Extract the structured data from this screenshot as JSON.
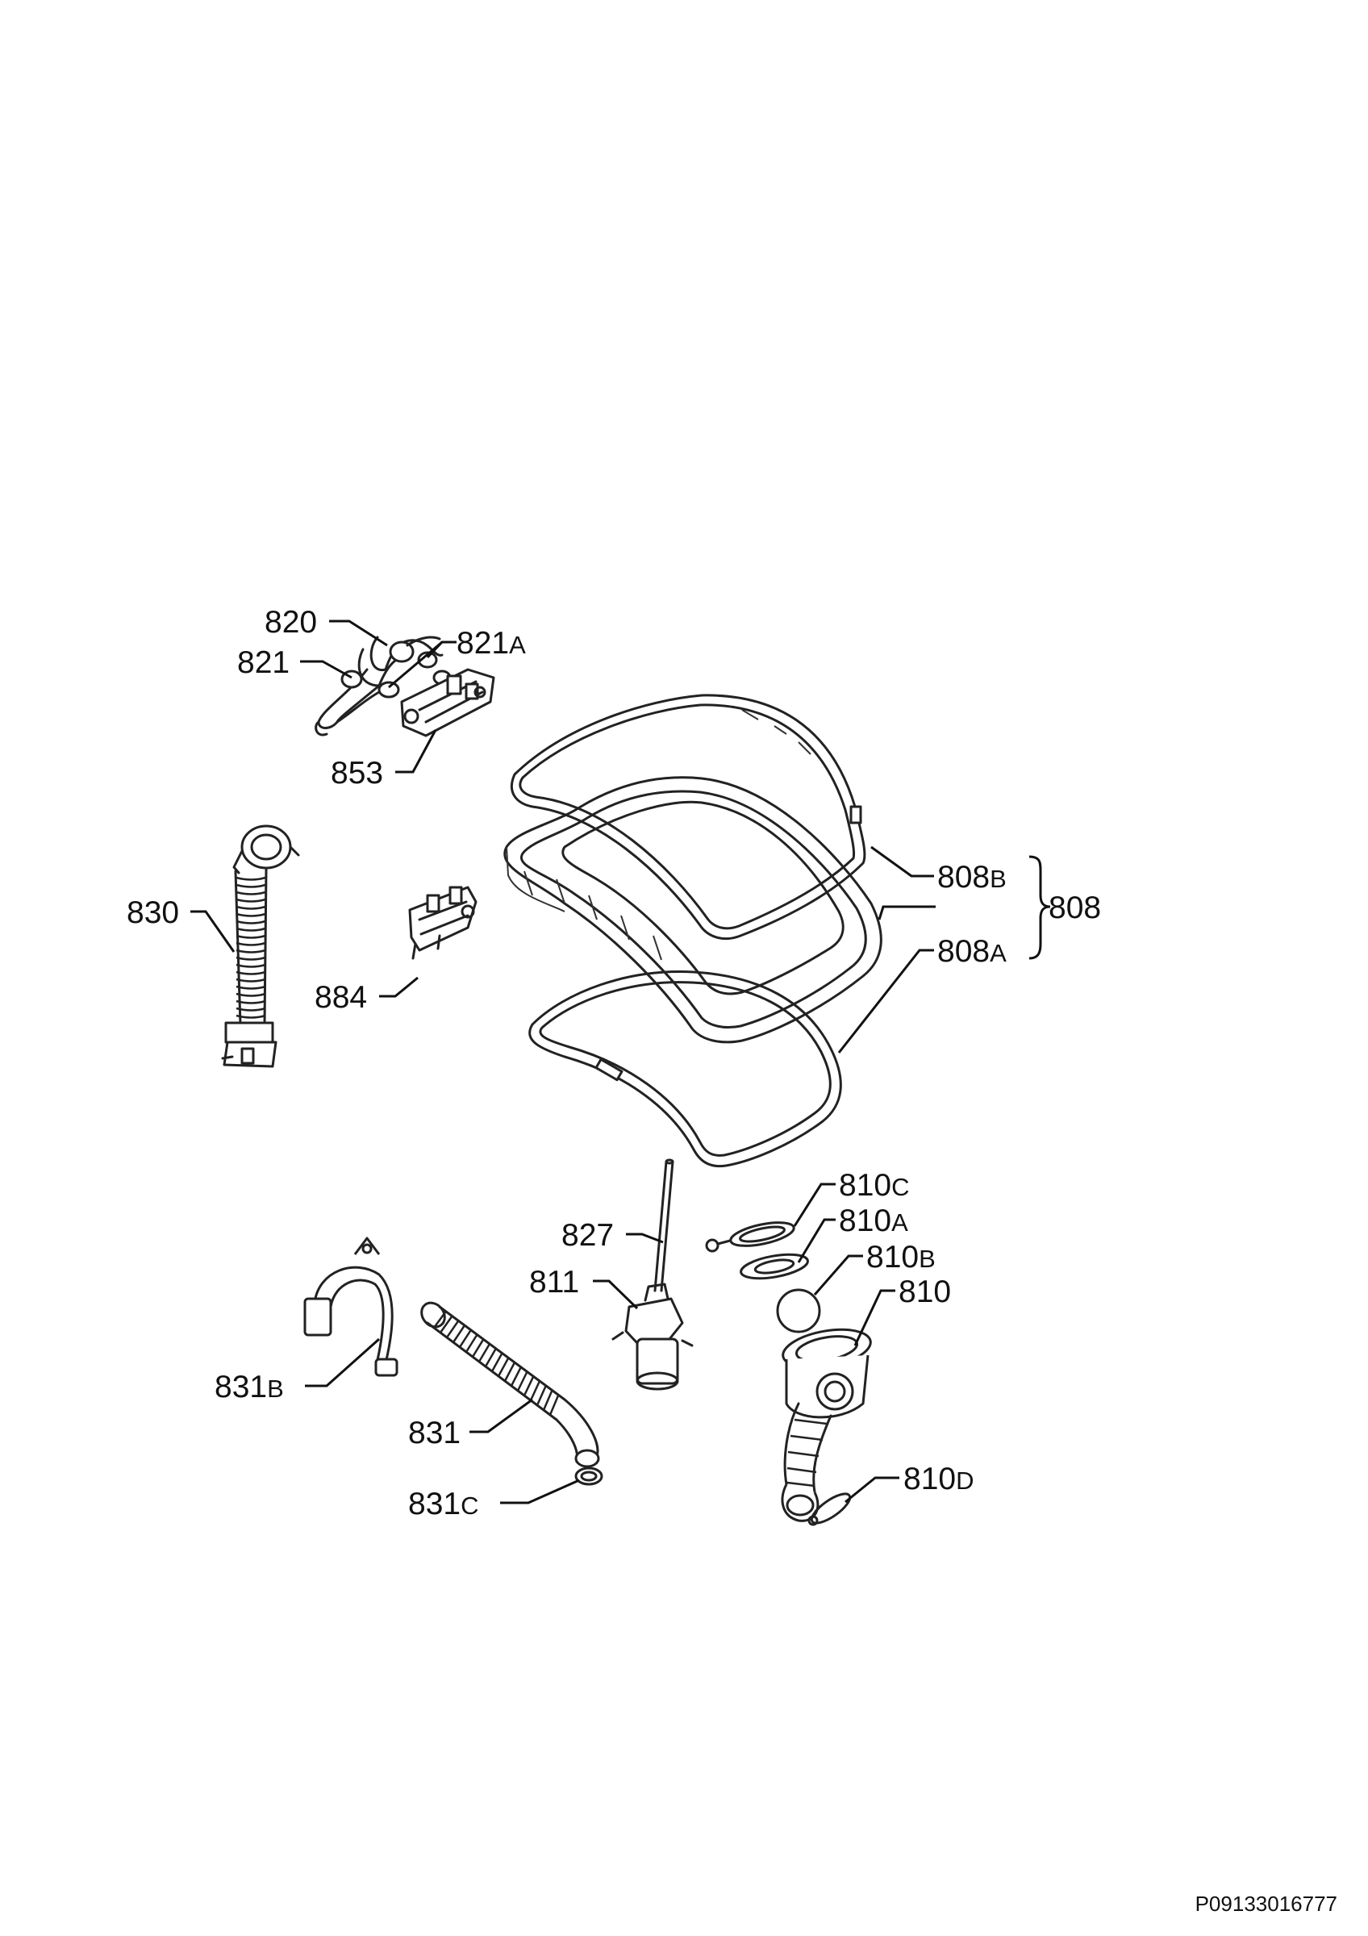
{
  "document_code": "P09133016777",
  "parts": [
    {
      "id": "820",
      "base": "820",
      "suffix": ""
    },
    {
      "id": "821",
      "base": "821",
      "suffix": ""
    },
    {
      "id": "821A",
      "base": "821",
      "suffix": "A"
    },
    {
      "id": "853",
      "base": "853",
      "suffix": ""
    },
    {
      "id": "830",
      "base": "830",
      "suffix": ""
    },
    {
      "id": "884",
      "base": "884",
      "suffix": ""
    },
    {
      "id": "808B",
      "base": "808",
      "suffix": "B"
    },
    {
      "id": "808",
      "base": "808",
      "suffix": ""
    },
    {
      "id": "808A",
      "base": "808",
      "suffix": "A"
    },
    {
      "id": "810C",
      "base": "810",
      "suffix": "C"
    },
    {
      "id": "810A",
      "base": "810",
      "suffix": "A"
    },
    {
      "id": "810B",
      "base": "810",
      "suffix": "B"
    },
    {
      "id": "810",
      "base": "810",
      "suffix": ""
    },
    {
      "id": "827",
      "base": "827",
      "suffix": ""
    },
    {
      "id": "811",
      "base": "811",
      "suffix": ""
    },
    {
      "id": "831B",
      "base": "831",
      "suffix": "B"
    },
    {
      "id": "831",
      "base": "831",
      "suffix": ""
    },
    {
      "id": "831C",
      "base": "831",
      "suffix": "C"
    },
    {
      "id": "810D",
      "base": "810",
      "suffix": "D"
    }
  ]
}
